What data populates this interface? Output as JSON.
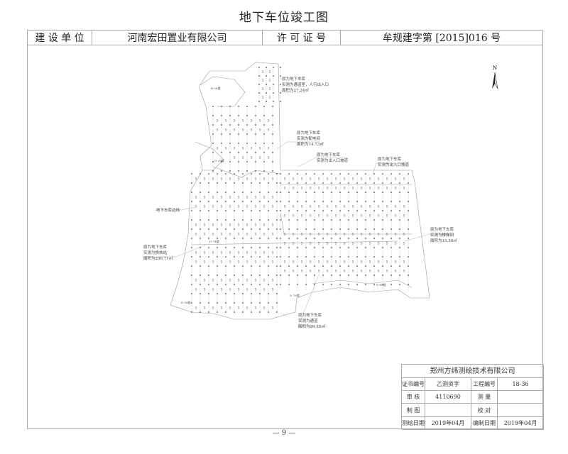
{
  "title": "地下车位竣工图",
  "header": {
    "owner_label": "建 设 单 位",
    "owner_value": "河南宏田置业有限公司",
    "permit_label": "许 可 证 号",
    "permit_value": "牟规建字第  [2015]016 号"
  },
  "drawing": {
    "north_label": "N",
    "boundary_label": "地下车库边线",
    "notes": [
      {
        "lines": [
          "原为地下车库",
          "实测为通道室，人行出入口",
          "面积为27.24㎡"
        ]
      },
      {
        "lines": [
          "原为地下车库",
          "实测为配电间",
          "面积为14.73㎡"
        ]
      },
      {
        "lines": [
          "原为地下车库",
          "实测为出入口坡道"
        ]
      },
      {
        "lines": [
          "原为地下车库",
          "实测为出入口坡道"
        ]
      },
      {
        "lines": [
          "原为地下车库",
          "实测为楼梯间",
          "面积为15.56㎡"
        ]
      },
      {
        "lines": [
          "原为地下车库",
          "实测为换热站",
          "面积为298.71㎡"
        ]
      },
      {
        "lines": [
          "原为地下车库",
          "实测为通道",
          "面积为26.35㎡"
        ]
      }
    ],
    "building_labels": [
      "B-28楼",
      "D-26楼",
      "D-74楼",
      "D-76楼",
      "D-80楼",
      "D-04楼"
    ],
    "stall_number": "5"
  },
  "title_block": {
    "company": "郑州方纬测绘技术有限公司",
    "cert_label": "证书编号",
    "cert_value": "乙测资字4110690",
    "project_label": "工程编号",
    "project_value": "18-36",
    "review_label": "审  核",
    "survey_label": "测  量",
    "drafting_label": "制  图",
    "check_label": "校  对",
    "survey_date_label": "测绘日期",
    "survey_date_value": "2019年04月",
    "compile_date_label": "编制日期",
    "compile_date_value": "2019年04月"
  },
  "page_number": "— 9 —"
}
